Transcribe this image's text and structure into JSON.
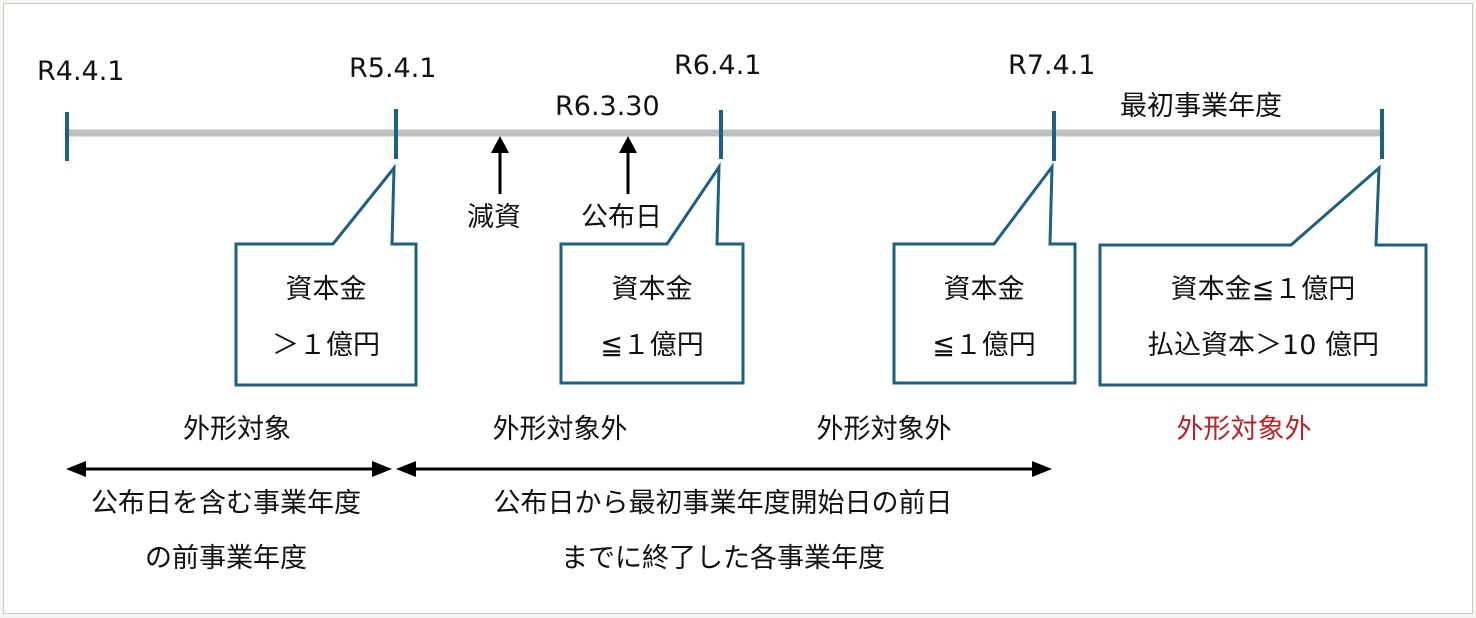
{
  "colors": {
    "timeline": "#bfbfbf",
    "tick": "#1f5f7f",
    "bubble_border": "#1f5f7f",
    "arrow": "#000000",
    "highlight": "#b3262b"
  },
  "dates": {
    "r4": "R4.4.1",
    "r5": "R5.4.1",
    "r6_330": "R6.3.30",
    "r6": "R6.4.1",
    "r7": "R7.4.1",
    "first_fy": "最初事業年度"
  },
  "events": {
    "capital_reduction": "減資",
    "promulgation_date": "公布日"
  },
  "bubbles": [
    {
      "line1": "資本金",
      "line2": "＞１億円"
    },
    {
      "line1": "資本金",
      "line2": "≦１億円"
    },
    {
      "line1": "資本金",
      "line2": "≦１億円"
    },
    {
      "line1": "資本金≦１億円",
      "line2": "払込資本＞10 億円"
    }
  ],
  "status": {
    "s1": "外形対象",
    "s2": "外形対象外",
    "s3": "外形対象外",
    "s4": "外形対象外"
  },
  "periods": {
    "p1_line1": "公布日を含む事業年度",
    "p1_line2": "の前事業年度",
    "p2_line1": "公布日から最初事業年度開始日の前日",
    "p2_line2": "までに終了した各事業年度"
  }
}
